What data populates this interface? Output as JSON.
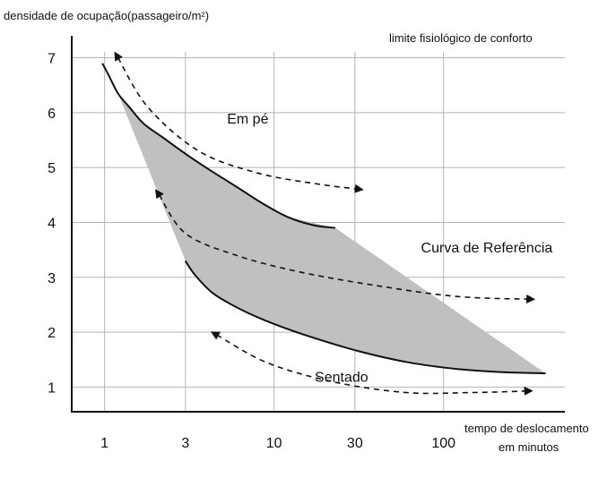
{
  "chart_data": {
    "type": "area",
    "ylabel": "densidade de ocupação(passageiro/m²)",
    "xlabel_line1": "tempo de deslocamento",
    "xlabel_line2": "em minutos",
    "top_right_label": "limite fisiológico de conforto",
    "x_scale": "log",
    "x_ticks": [
      1,
      3,
      10,
      30,
      100
    ],
    "x_tick_labels": [
      "1",
      "3",
      "10",
      "30",
      "100"
    ],
    "y_ticks": [
      1,
      2,
      3,
      4,
      5,
      6,
      7
    ],
    "y_tick_labels": [
      "1",
      "2",
      "3",
      "4",
      "5",
      "6",
      "7"
    ],
    "xlim": [
      0.64,
      520
    ],
    "ylim": [
      0.55,
      7.4
    ],
    "grid": true,
    "band_color": "#c0c0c0",
    "upper_curve": [
      [
        0.97,
        6.9
      ],
      [
        1.05,
        6.7
      ],
      [
        1.2,
        6.35
      ],
      [
        1.4,
        6.1
      ],
      [
        1.7,
        5.8
      ],
      [
        2.2,
        5.55
      ],
      [
        3,
        5.25
      ],
      [
        4.2,
        4.95
      ],
      [
        6,
        4.65
      ],
      [
        8.5,
        4.35
      ],
      [
        12,
        4.1
      ],
      [
        17,
        3.95
      ],
      [
        23,
        3.9
      ]
    ],
    "lower_curve": [
      [
        3,
        3.3
      ],
      [
        3.4,
        3.05
      ],
      [
        4.4,
        2.7
      ],
      [
        6.5,
        2.4
      ],
      [
        10,
        2.15
      ],
      [
        17,
        1.9
      ],
      [
        32,
        1.65
      ],
      [
        62,
        1.45
      ],
      [
        120,
        1.33
      ],
      [
        230,
        1.27
      ],
      [
        400,
        1.25
      ]
    ],
    "band_polygon": [
      [
        1.2,
        6.35
      ],
      [
        1.7,
        5.8
      ],
      [
        3,
        5.25
      ],
      [
        6,
        4.65
      ],
      [
        12,
        4.1
      ],
      [
        23,
        3.9
      ],
      [
        400,
        1.25
      ],
      [
        230,
        1.27
      ],
      [
        120,
        1.33
      ],
      [
        62,
        1.45
      ],
      [
        32,
        1.65
      ],
      [
        17,
        1.9
      ],
      [
        10,
        2.15
      ],
      [
        6.5,
        2.4
      ],
      [
        4.4,
        2.7
      ],
      [
        3.4,
        3.05
      ],
      [
        3,
        3.3
      ],
      [
        2,
        4.65
      ]
    ],
    "annotations": [
      {
        "text": "Em pé",
        "x": 7,
        "y": 5.8
      },
      {
        "text": "Curva de Referência",
        "x": 180,
        "y": 3.45
      },
      {
        "text": "Sentado",
        "x": 25,
        "y": 1.1
      }
    ],
    "arrows": [
      {
        "name": "em-pe-arrow",
        "points": [
          [
            1.2,
            7.0
          ],
          [
            1.8,
            6.1
          ],
          [
            3.6,
            5.3
          ],
          [
            8,
            4.9
          ],
          [
            18,
            4.7
          ],
          [
            33,
            4.6
          ]
        ]
      },
      {
        "name": "curva-referencia-arrow",
        "points": [
          [
            2.1,
            4.5
          ],
          [
            3,
            3.8
          ],
          [
            6,
            3.4
          ],
          [
            14,
            3.1
          ],
          [
            40,
            2.85
          ],
          [
            120,
            2.65
          ],
          [
            340,
            2.6
          ]
        ]
      },
      {
        "name": "sentado-arrow",
        "points": [
          [
            4.6,
            1.95
          ],
          [
            9,
            1.45
          ],
          [
            22,
            1.1
          ],
          [
            60,
            0.9
          ],
          [
            150,
            0.9
          ],
          [
            330,
            0.93
          ]
        ]
      }
    ]
  }
}
